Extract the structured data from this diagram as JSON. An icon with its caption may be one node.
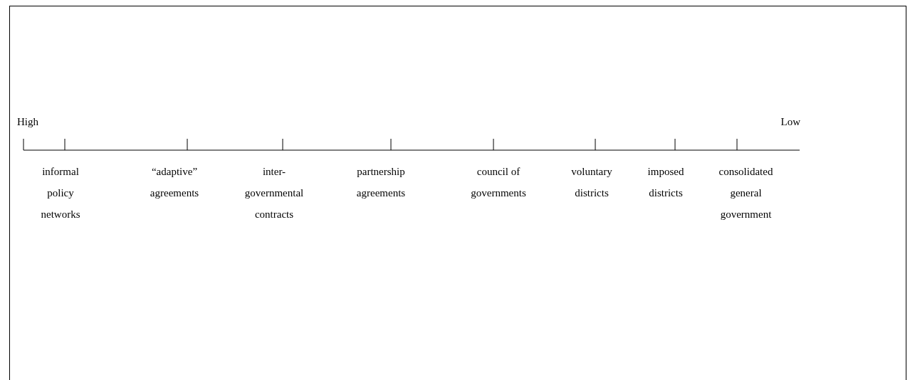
{
  "diagram": {
    "labels": [
      "High",
      "Low",
      "informal policy networks",
      "“adaptive” agreements",
      "inter- governmental contracts",
      "partnership agreements",
      "council of governments",
      "voluntary districts",
      "imposed districts",
      "consolidated general government"
    ]
  }
}
